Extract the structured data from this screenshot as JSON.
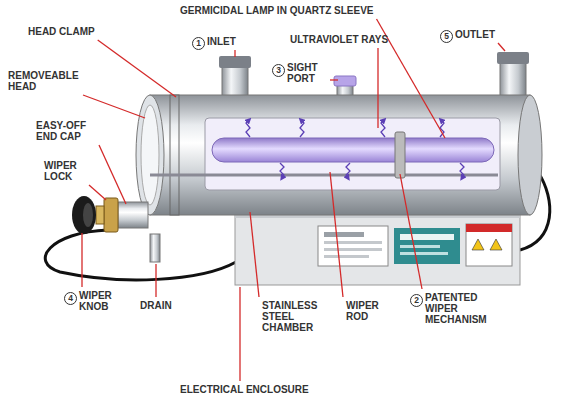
{
  "diagram": {
    "labels": [
      "GERMICIDAL LAMP IN QUARTZ SLEEVE",
      "HEAD CLAMP",
      "ULTRAVIOLET RAYS",
      "1",
      "INLET",
      "5",
      "OUTLET",
      "REMOVEABLE HEAD",
      "3",
      "SIGHT PORT",
      "EASY-OFF END CAP",
      "WIPER LOCK",
      "4",
      "WIPER KNOB",
      "DRAIN",
      "STAINLESS STEEL CHAMBER",
      "WIPER ROD",
      "2",
      "PATENTED WIPER MECHANISM",
      "ELECTRICAL ENCLOSURE"
    ]
  }
}
